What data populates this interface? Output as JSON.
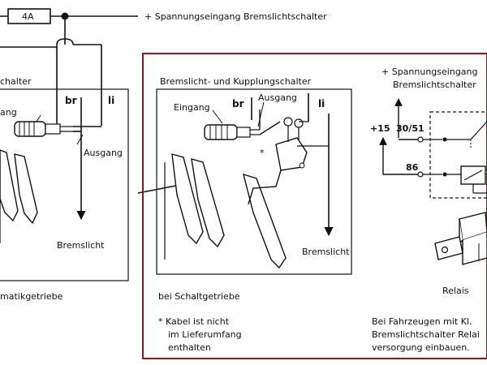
{
  "colors": {
    "frame": "#8b1c1c",
    "line": "#111111",
    "paper": "#ffffff"
  },
  "top": {
    "fuse": "4A",
    "supply": "+ Spannungseingang Bremslichtschalter"
  },
  "left": {
    "switch_fragment": "chalter",
    "eingang_fragment": "ang",
    "wire_br": "br",
    "wire_li": "li",
    "ausgang": "Ausgang",
    "bremslicht": "Bremslicht",
    "caption_fragment": "matikgetriebe"
  },
  "center": {
    "title": "Bremslicht- und Kupplungschalter",
    "eingang": "Eingang",
    "ausgang": "Ausgang",
    "wire_br": "br",
    "wire_li": "li",
    "asterisk": "*",
    "bremslicht": "Bremslicht",
    "caption": "bei  Schaltgetriebe",
    "note_line1": "*  Kabel  ist  nicht",
    "note_line2": "im  Lieferumfang",
    "note_line3": "enthalten"
  },
  "right": {
    "supply_line1": "+  Spannungseingang",
    "supply_line2": "Bremslichtschalter",
    "terminal_15": "+15",
    "pin_30_51": "30/51",
    "pin_86": "86",
    "relay_label": "Relais",
    "text_line1": "Bei Fahrzeugen mit Kl.",
    "text_line2": "Bremslichtschalter Relai",
    "text_line3": "versorgung  einbauen."
  }
}
